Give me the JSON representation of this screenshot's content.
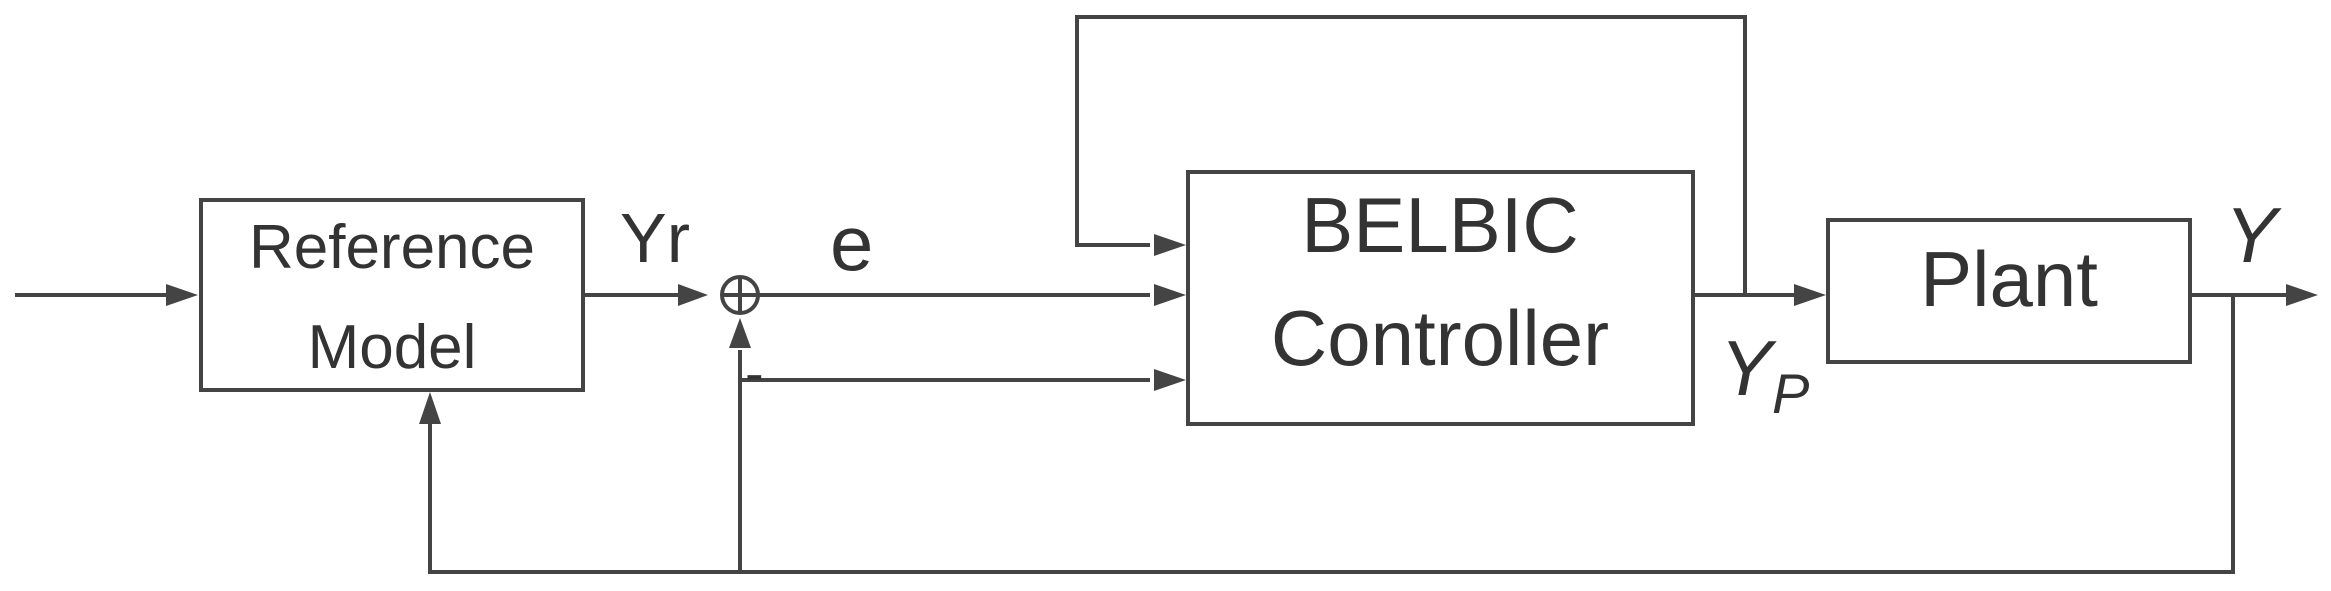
{
  "colors": {
    "stroke": "#444444",
    "text": "#333333",
    "background": "#ffffff"
  },
  "blocks": {
    "reference_model": {
      "line1": "Reference",
      "line2": "Model"
    },
    "belbic_controller": {
      "line1": "BELBIC",
      "line2": "Controller"
    },
    "plant": {
      "label": "Plant"
    }
  },
  "signals": {
    "yr": "Yr",
    "e": "e",
    "y": "Y",
    "yp_main": "Y",
    "yp_sub": "P",
    "minus": "-"
  },
  "summing_junction": {
    "symbol": "plus-circle"
  }
}
